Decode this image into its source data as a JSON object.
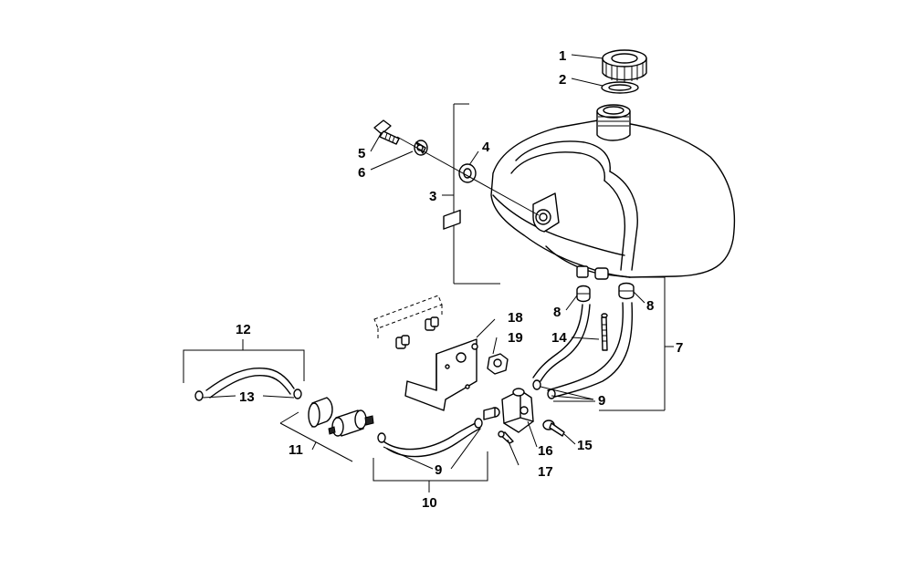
{
  "callouts": [
    {
      "id": "1",
      "text": "1"
    },
    {
      "id": "2",
      "text": "2"
    },
    {
      "id": "3",
      "text": "3"
    },
    {
      "id": "4",
      "text": "4"
    },
    {
      "id": "5",
      "text": "5"
    },
    {
      "id": "6",
      "text": "6"
    },
    {
      "id": "7",
      "text": "7"
    },
    {
      "id": "8a",
      "text": "8"
    },
    {
      "id": "8b",
      "text": "8"
    },
    {
      "id": "9a",
      "text": "9"
    },
    {
      "id": "9b",
      "text": "9"
    },
    {
      "id": "10",
      "text": "10"
    },
    {
      "id": "11",
      "text": "11"
    },
    {
      "id": "12",
      "text": "12"
    },
    {
      "id": "13",
      "text": "13"
    },
    {
      "id": "14",
      "text": "14"
    },
    {
      "id": "15",
      "text": "15"
    },
    {
      "id": "16",
      "text": "16"
    },
    {
      "id": "17",
      "text": "17"
    },
    {
      "id": "18",
      "text": "18"
    },
    {
      "id": "19",
      "text": "19"
    }
  ]
}
